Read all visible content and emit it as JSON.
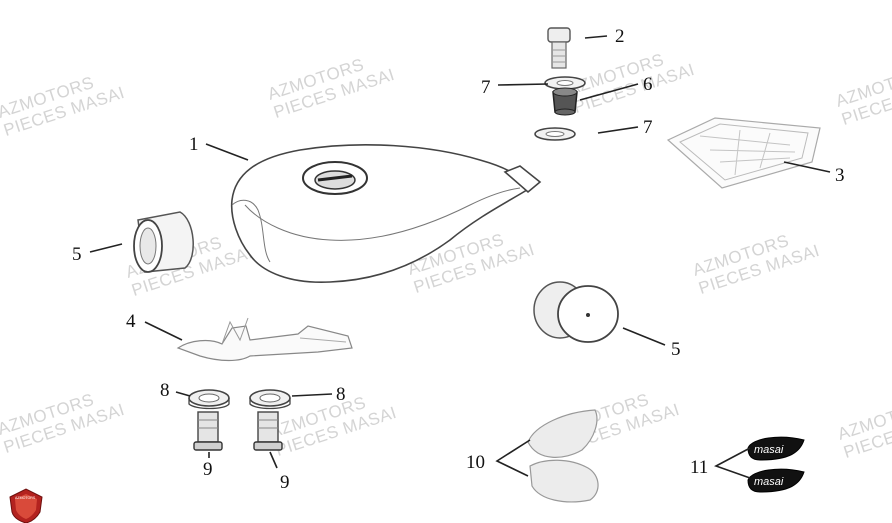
{
  "watermark": {
    "line1": "AZMOTORS",
    "line2": "PIECES MASAI"
  },
  "callouts": {
    "c1": "1",
    "c2": "2",
    "c3": "3",
    "c4": "4",
    "c5a": "5",
    "c5b": "5",
    "c6": "6",
    "c7a": "7",
    "c7b": "7",
    "c8a": "8",
    "c8b": "8",
    "c9a": "9",
    "c9b": "9",
    "c10": "10",
    "c11": "11"
  },
  "decal_text": {
    "top": "masai",
    "bottom": "masai"
  },
  "logo": {
    "text": "AZMOTORS",
    "color": "#c0392b"
  }
}
